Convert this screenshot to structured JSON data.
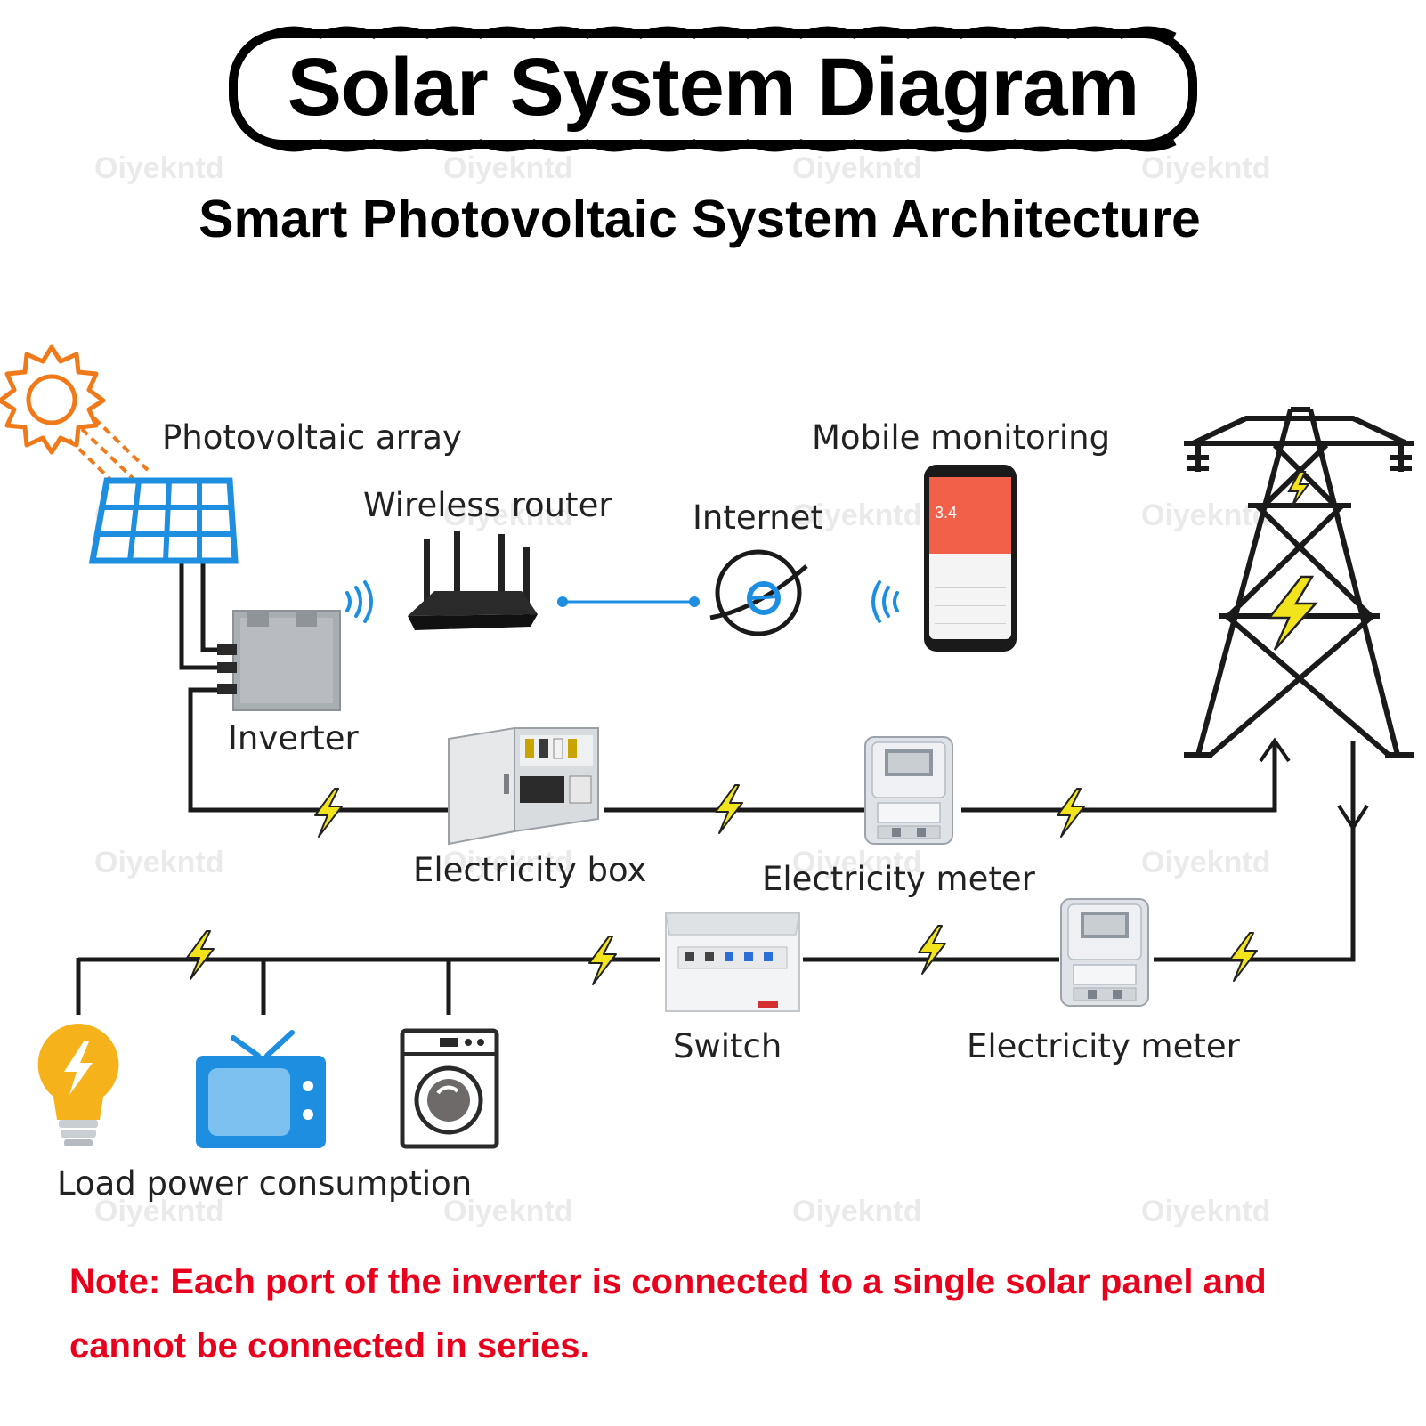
{
  "title": "Solar System Diagram",
  "subtitle": "Smart Photovoltaic System Architecture",
  "labels": {
    "pv_array": "Photovoltaic array",
    "wireless_router": "Wireless router",
    "internet": "Internet",
    "mobile_monitoring": "Mobile monitoring",
    "inverter": "Inverter",
    "electricity_box": "Electricity box",
    "electricity_meter_1": "Electricity meter",
    "electricity_meter_2": "Electricity meter",
    "switch": "Switch",
    "load_power": "Load power consumption"
  },
  "phone_value": "3.4",
  "note": {
    "line1": "Note: Each port of the inverter is connected to a single solar panel and",
    "line2": "cannot be connected in series."
  },
  "watermark": "Oiyekntd",
  "colors": {
    "sun": "#f07a1a",
    "solar_panel": "#1e8fe0",
    "tv": "#1e8fe0",
    "bulb": "#f5b21a",
    "lightning": "#f2e41c",
    "internet_link": "#1e8fe0",
    "phone_screen": "#f2604a",
    "note_text": "#e8001c"
  },
  "icons": [
    "sun-icon",
    "solar-panel-icon",
    "wifi-signal-icon",
    "router-icon",
    "globe-icon",
    "smartphone-icon",
    "inverter-icon",
    "power-tower-icon",
    "electricity-box-icon",
    "electricity-meter-icon",
    "switch-panel-icon",
    "light-bulb-icon",
    "tv-icon",
    "washing-machine-icon",
    "lightning-icon"
  ]
}
